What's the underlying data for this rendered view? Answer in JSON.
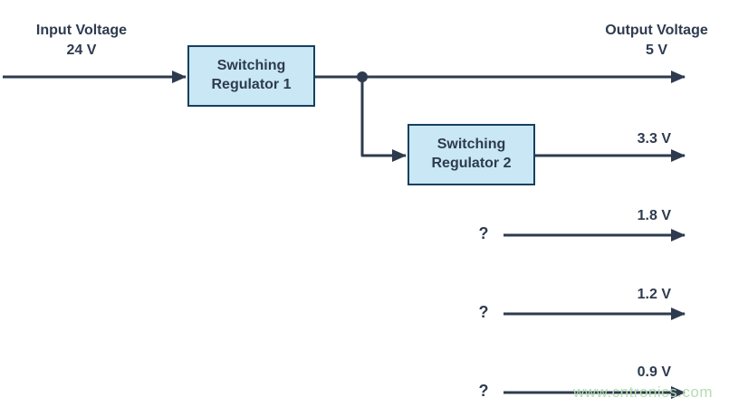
{
  "diagram": {
    "input_label": "Input Voltage",
    "input_value": "24 V",
    "output_label": "Output Voltage",
    "output_value": "5 V",
    "regulator1_label": "Switching Regulator 1",
    "regulator2_label": "Switching Regulator 2",
    "outputs": [
      {
        "value": "3.3 V"
      },
      {
        "value": "1.8 V",
        "source": "?"
      },
      {
        "value": "1.2 V",
        "source": "?"
      },
      {
        "value": "0.9 V",
        "source": "?"
      }
    ],
    "watermark": "www.cntronics.com",
    "colors": {
      "line": "#2e3b4f",
      "box_fill": "#c9e7f5",
      "box_border": "#16405f",
      "text": "#2e3b4f",
      "watermark": "#b4ddb0"
    }
  }
}
